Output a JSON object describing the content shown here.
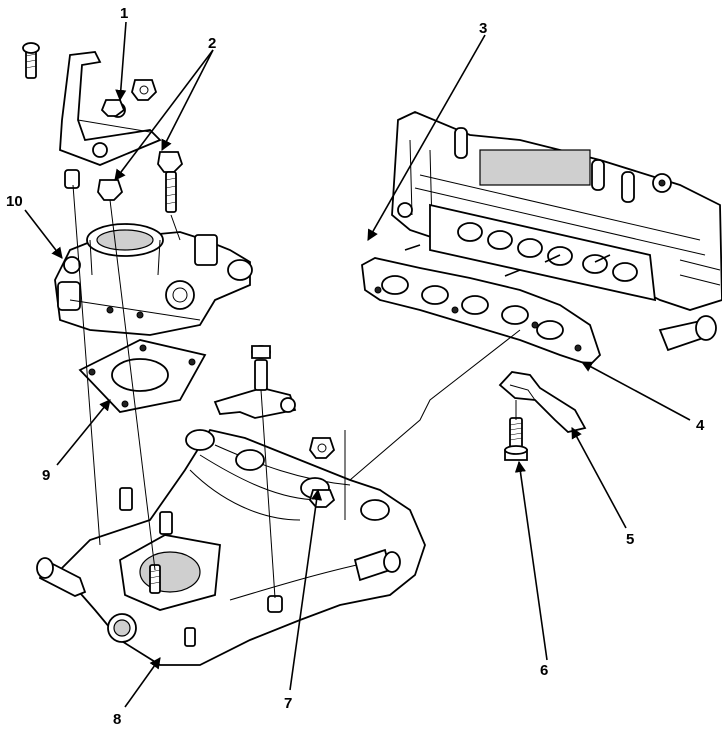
{
  "callouts": [
    {
      "id": "1",
      "label": "1"
    },
    {
      "id": "2",
      "label": "2"
    },
    {
      "id": "3",
      "label": "3"
    },
    {
      "id": "4",
      "label": "4"
    },
    {
      "id": "5",
      "label": "5"
    },
    {
      "id": "6",
      "label": "6"
    },
    {
      "id": "7",
      "label": "7"
    },
    {
      "id": "8",
      "label": "8"
    },
    {
      "id": "9",
      "label": "9"
    },
    {
      "id": "10",
      "label": "10"
    }
  ],
  "colors": {
    "ink": "#000000",
    "paper": "#ffffff",
    "shade": "#cfcfcf"
  }
}
